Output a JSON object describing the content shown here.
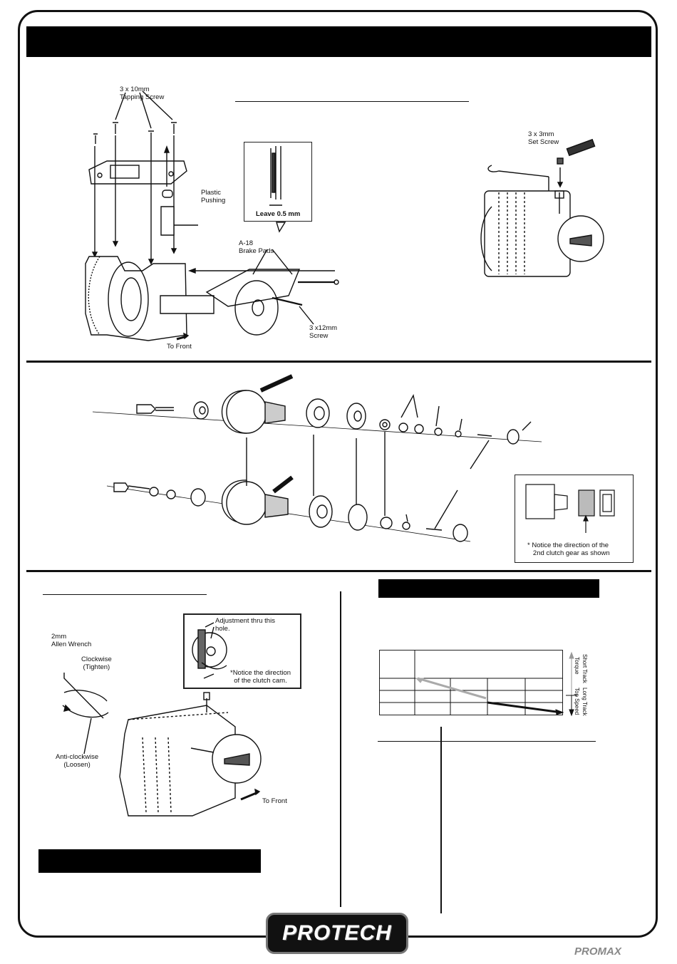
{
  "labels": {
    "tapping_screw": "3 x 10mm\nTapping Screw",
    "plastic_pushing": "Plastic\nPushing",
    "leave": "Leave 0.5 mm",
    "brake_pads": "A-18\nBrake Pads",
    "screw_12": "3 x12mm\nScrew",
    "to_front_1": "To Front",
    "set_screw": "3 x 3mm\nSet Screw",
    "clutch_note": "* Notice the direction of the\n   2nd clutch gear as shown",
    "allen": "2mm\nAllen Wrench",
    "clockwise": "Clockwise\n(Tighten)",
    "anticlockwise": "Anti-clockwise\n(Loosen)",
    "adjust_hole": "Adjustment thru this\nhole.",
    "cam_note": "*Notice the direction\n  of the clutch cam.",
    "to_front_2": "To Front",
    "short_track": "Short Track",
    "torque": "Torque",
    "long_track": "Long Track",
    "top_speed": "Top Speed"
  },
  "brand": {
    "logo": "PROTECH",
    "sub": "PROMAX"
  }
}
